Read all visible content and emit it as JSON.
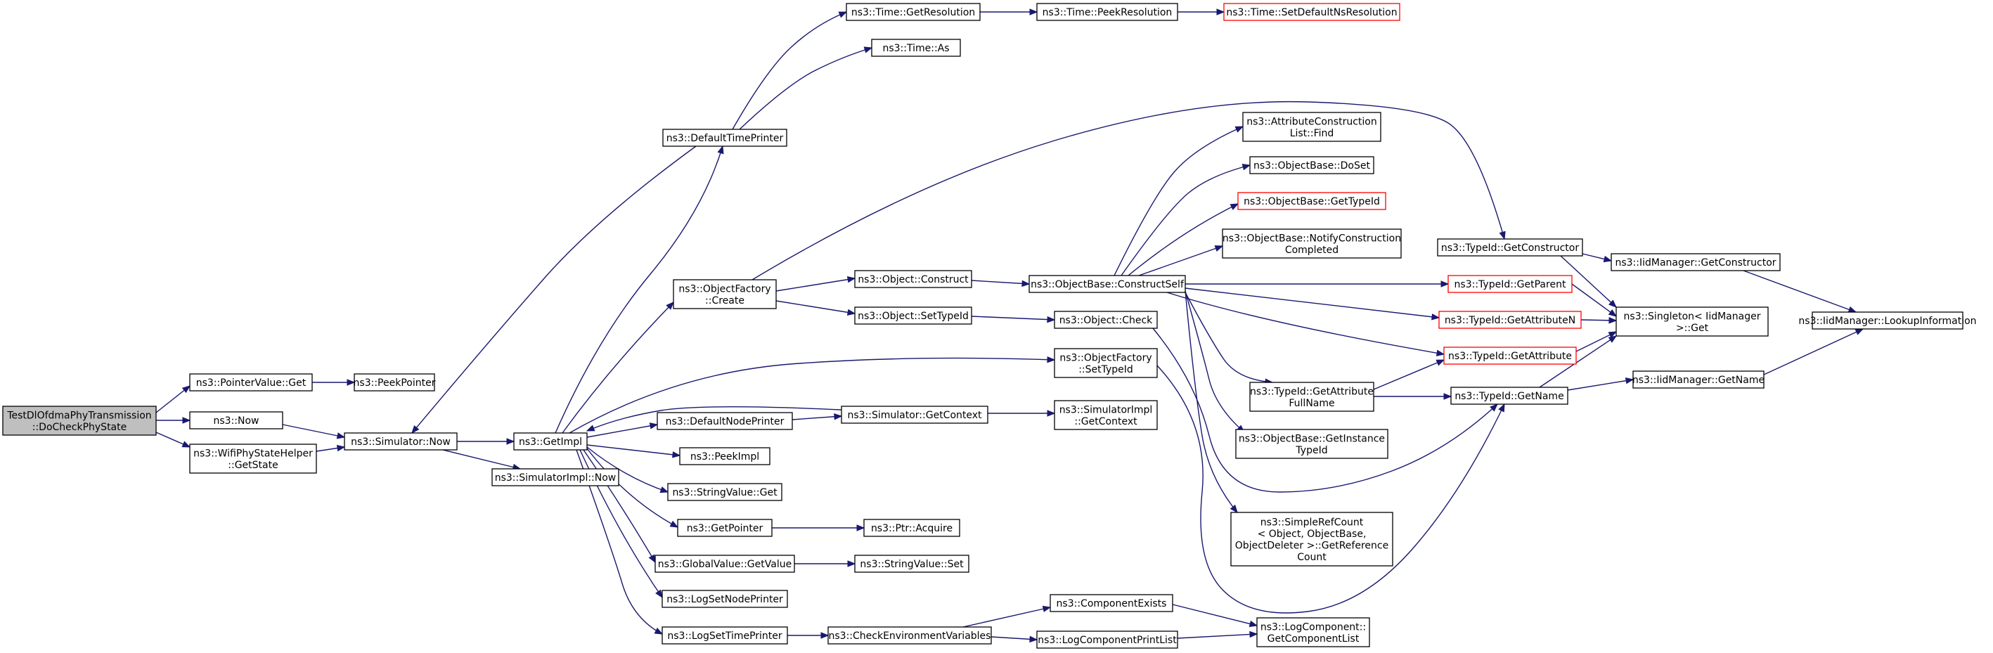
{
  "diagram": {
    "nodes": [
      {
        "id": "root",
        "lines": [
          "TestDlOfdmaPhyTransmission",
          "::DoCheckPhyState"
        ],
        "style": "root"
      },
      {
        "id": "pvget",
        "lines": [
          "ns3::PointerValue::Get"
        ]
      },
      {
        "id": "now",
        "lines": [
          "ns3::Now"
        ]
      },
      {
        "id": "wifistate",
        "lines": [
          "ns3::WifiPhyStateHelper",
          "::GetState"
        ]
      },
      {
        "id": "peekptr",
        "lines": [
          "ns3::PeekPointer"
        ]
      },
      {
        "id": "simnow",
        "lines": [
          "ns3::Simulator::Now"
        ]
      },
      {
        "id": "getimpl",
        "lines": [
          "ns3::GetImpl"
        ]
      },
      {
        "id": "simimplnow",
        "lines": [
          "ns3::SimulatorImpl::Now"
        ]
      },
      {
        "id": "deftimeprinter",
        "lines": [
          "ns3::DefaultTimePrinter"
        ]
      },
      {
        "id": "getres",
        "lines": [
          "ns3::Time::GetResolution"
        ]
      },
      {
        "id": "timeas",
        "lines": [
          "ns3::Time::As"
        ]
      },
      {
        "id": "peekres",
        "lines": [
          "ns3::Time::PeekResolution"
        ]
      },
      {
        "id": "setdefres",
        "lines": [
          "ns3::Time::SetDefaultNsResolution"
        ],
        "style": "truncated"
      },
      {
        "id": "ofcreate",
        "lines": [
          "ns3::ObjectFactory",
          "::Create"
        ]
      },
      {
        "id": "objconstruct",
        "lines": [
          "ns3::Object::Construct"
        ]
      },
      {
        "id": "objsettypeid",
        "lines": [
          "ns3::Object::SetTypeId"
        ]
      },
      {
        "id": "constructself",
        "lines": [
          "ns3::ObjectBase::ConstructSelf"
        ]
      },
      {
        "id": "objcheck",
        "lines": [
          "ns3::Object::Check"
        ]
      },
      {
        "id": "ofsettypeid",
        "lines": [
          "ns3::ObjectFactory",
          "::SetTypeId"
        ]
      },
      {
        "id": "defnodeprinter",
        "lines": [
          "ns3::DefaultNodePrinter"
        ]
      },
      {
        "id": "simgetctx",
        "lines": [
          "ns3::Simulator::GetContext"
        ]
      },
      {
        "id": "simimplgetctx",
        "lines": [
          "ns3::SimulatorImpl",
          "::GetContext"
        ]
      },
      {
        "id": "peekimpl",
        "lines": [
          "ns3::PeekImpl"
        ]
      },
      {
        "id": "strvalget",
        "lines": [
          "ns3::StringValue::Get"
        ]
      },
      {
        "id": "getpointer",
        "lines": [
          "ns3::GetPointer"
        ]
      },
      {
        "id": "ptracquire",
        "lines": [
          "ns3::Ptr::Acquire"
        ]
      },
      {
        "id": "gvgetvalue",
        "lines": [
          "ns3::GlobalValue::GetValue"
        ]
      },
      {
        "id": "strvalset",
        "lines": [
          "ns3::StringValue::Set"
        ]
      },
      {
        "id": "logsetnode",
        "lines": [
          "ns3::LogSetNodePrinter"
        ]
      },
      {
        "id": "logsettime",
        "lines": [
          "ns3::LogSetTimePrinter"
        ]
      },
      {
        "id": "checkenv",
        "lines": [
          "ns3::CheckEnvironmentVariables"
        ]
      },
      {
        "id": "compexists",
        "lines": [
          "ns3::ComponentExists"
        ]
      },
      {
        "id": "logcompprint",
        "lines": [
          "ns3::LogComponentPrintList"
        ]
      },
      {
        "id": "logcompgetlist",
        "lines": [
          "ns3::LogComponent::",
          "GetComponentList"
        ]
      },
      {
        "id": "attrfind",
        "lines": [
          "ns3::AttributeConstruction",
          "List::Find"
        ]
      },
      {
        "id": "obdoset",
        "lines": [
          "ns3::ObjectBase::DoSet"
        ]
      },
      {
        "id": "obgettypeid",
        "lines": [
          "ns3::ObjectBase::GetTypeId"
        ],
        "style": "truncated"
      },
      {
        "id": "obnotify",
        "lines": [
          "ns3::ObjectBase::NotifyConstruction",
          "Completed"
        ]
      },
      {
        "id": "tidgetctor",
        "lines": [
          "ns3::TypeId::GetConstructor"
        ]
      },
      {
        "id": "iidgetctor",
        "lines": [
          "ns3::IidManager::GetConstructor"
        ]
      },
      {
        "id": "tidgetparent",
        "lines": [
          "ns3::TypeId::GetParent"
        ],
        "style": "truncated"
      },
      {
        "id": "tidgetattrn",
        "lines": [
          "ns3::TypeId::GetAttributeN"
        ],
        "style": "truncated"
      },
      {
        "id": "tidgetattr",
        "lines": [
          "ns3::TypeId::GetAttribute"
        ],
        "style": "truncated"
      },
      {
        "id": "singletonget",
        "lines": [
          "ns3::Singleton< IidManager",
          ">::Get"
        ]
      },
      {
        "id": "iidlookup",
        "lines": [
          "ns3::IidManager::LookupInformation"
        ]
      },
      {
        "id": "tidgetattrfull",
        "lines": [
          "ns3::TypeId::GetAttribute",
          "FullName"
        ]
      },
      {
        "id": "tidgetname",
        "lines": [
          "ns3::TypeId::GetName"
        ]
      },
      {
        "id": "iidgetname",
        "lines": [
          "ns3::IidManager::GetName"
        ]
      },
      {
        "id": "obgetinst",
        "lines": [
          "ns3::ObjectBase::GetInstance",
          "TypeId"
        ]
      },
      {
        "id": "simplerefcount",
        "lines": [
          "ns3::SimpleRefCount",
          "< Object, ObjectBase,",
          " ObjectDeleter >::GetReference",
          "Count"
        ]
      }
    ]
  }
}
